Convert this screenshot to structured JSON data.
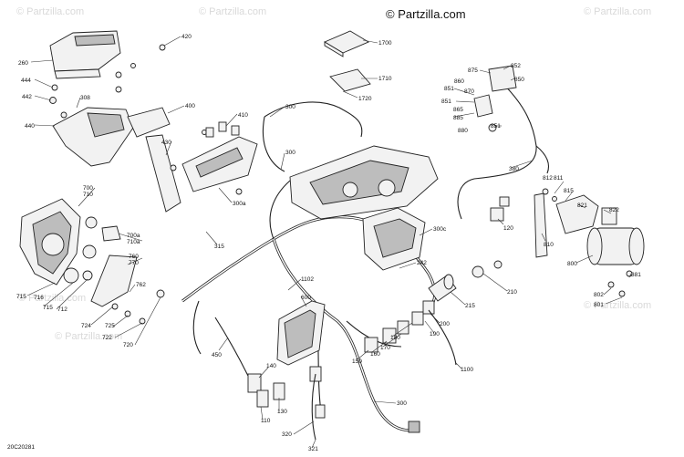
{
  "credit": "© Partzilla.com",
  "watermark": "© Partzilla.com",
  "diagram_id": "20C20281",
  "callouts": [
    {
      "id": "c420",
      "label": "420"
    },
    {
      "id": "c260",
      "label": "260"
    },
    {
      "id": "c444",
      "label": "444"
    },
    {
      "id": "c442",
      "label": "442"
    },
    {
      "id": "c308",
      "label": "308"
    },
    {
      "id": "c440",
      "label": "440"
    },
    {
      "id": "c400",
      "label": "400"
    },
    {
      "id": "c410",
      "label": "410"
    },
    {
      "id": "c430",
      "label": "430"
    },
    {
      "id": "c300a",
      "label": "300a"
    },
    {
      "id": "c700",
      "label": "700"
    },
    {
      "id": "c710",
      "label": "710"
    },
    {
      "id": "c700a",
      "label": "700a"
    },
    {
      "id": "c710a",
      "label": "710a"
    },
    {
      "id": "c760",
      "label": "760"
    },
    {
      "id": "c770",
      "label": "770"
    },
    {
      "id": "c715a",
      "label": "715"
    },
    {
      "id": "c716",
      "label": "716"
    },
    {
      "id": "c715b",
      "label": "715"
    },
    {
      "id": "c712",
      "label": "712"
    },
    {
      "id": "c762",
      "label": "762"
    },
    {
      "id": "c724",
      "label": "724"
    },
    {
      "id": "c725",
      "label": "725"
    },
    {
      "id": "c722",
      "label": "722"
    },
    {
      "id": "c720",
      "label": "720"
    },
    {
      "id": "c315",
      "label": "315"
    },
    {
      "id": "c450",
      "label": "450"
    },
    {
      "id": "c1700",
      "label": "1700"
    },
    {
      "id": "c1710",
      "label": "1710"
    },
    {
      "id": "c1720",
      "label": "1720"
    },
    {
      "id": "c300t",
      "label": "300"
    },
    {
      "id": "c300m",
      "label": "300"
    },
    {
      "id": "c300c",
      "label": "300c"
    },
    {
      "id": "c242",
      "label": "242"
    },
    {
      "id": "c1102",
      "label": "1102"
    },
    {
      "id": "c600",
      "label": "600"
    },
    {
      "id": "c140",
      "label": "140"
    },
    {
      "id": "c130",
      "label": "130"
    },
    {
      "id": "c110",
      "label": "110"
    },
    {
      "id": "c320",
      "label": "320"
    },
    {
      "id": "c321",
      "label": "321"
    },
    {
      "id": "c300b",
      "label": "300"
    },
    {
      "id": "c150",
      "label": "150"
    },
    {
      "id": "c160",
      "label": "160"
    },
    {
      "id": "c170",
      "label": "170"
    },
    {
      "id": "c180",
      "label": "180"
    },
    {
      "id": "c190",
      "label": "190"
    },
    {
      "id": "c200",
      "label": "200"
    },
    {
      "id": "c215",
      "label": "215"
    },
    {
      "id": "c210",
      "label": "210"
    },
    {
      "id": "c1100",
      "label": "1100"
    },
    {
      "id": "c875",
      "label": "875"
    },
    {
      "id": "c852",
      "label": "852"
    },
    {
      "id": "c860",
      "label": "860"
    },
    {
      "id": "c850",
      "label": "850"
    },
    {
      "id": "c851a",
      "label": "851"
    },
    {
      "id": "c870",
      "label": "870"
    },
    {
      "id": "c851b",
      "label": "851"
    },
    {
      "id": "c865",
      "label": "865"
    },
    {
      "id": "c885",
      "label": "885"
    },
    {
      "id": "c880",
      "label": "880"
    },
    {
      "id": "c851c",
      "label": "851"
    },
    {
      "id": "c380",
      "label": "380"
    },
    {
      "id": "c812",
      "label": "812"
    },
    {
      "id": "c811",
      "label": "811"
    },
    {
      "id": "c815",
      "label": "815"
    },
    {
      "id": "c821",
      "label": "821"
    },
    {
      "id": "c822",
      "label": "822"
    },
    {
      "id": "c120",
      "label": "120"
    },
    {
      "id": "c810",
      "label": "810"
    },
    {
      "id": "c800",
      "label": "800"
    },
    {
      "id": "c381",
      "label": "381"
    },
    {
      "id": "c802",
      "label": "802"
    },
    {
      "id": "c801",
      "label": "801"
    }
  ]
}
